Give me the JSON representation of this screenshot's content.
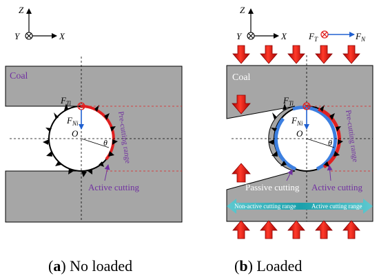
{
  "axes": {
    "z": "Z",
    "y": "Y",
    "x": "X"
  },
  "forces": {
    "ft": "F",
    "ft_sub": "T",
    "fn": "F",
    "fn_sub": "N",
    "fti": "F",
    "fti_sub": "Ti",
    "fni": "F",
    "fni_sub": "Ni"
  },
  "labels": {
    "coal": "Coal",
    "origin": "O",
    "theta": "θ",
    "pre_cutting_range": "Pre-cutting range",
    "active_cutting": "Active cutting",
    "passive_cutting": "Passive cutting",
    "non_active_range": "Non-active cutting range",
    "active_range": "Active cutting range"
  },
  "captions": {
    "a_letter": "a",
    "a_text": " No loaded",
    "b_letter": "b",
    "b_text": " Loaded"
  },
  "colors": {
    "coal": "#a6a6a6",
    "purple": "#7030a0",
    "arrow_red": "#e02020",
    "force_blue": "#2060d0",
    "active_red": "#e02020",
    "passive_blue": "#3c7fe0",
    "range_teal": "#1aa6b0"
  }
}
